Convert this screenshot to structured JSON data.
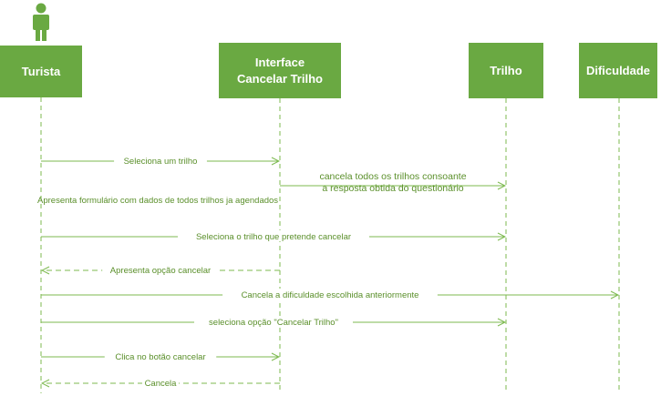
{
  "actor": {
    "label": "Turista",
    "icon": "person-icon"
  },
  "participants": [
    {
      "id": "turista",
      "lines": [
        "Turista"
      ]
    },
    {
      "id": "interface",
      "lines": [
        "Interface",
        "Cancelar Trilho"
      ]
    },
    {
      "id": "trilho",
      "lines": [
        "Trilho"
      ]
    },
    {
      "id": "dificuldade",
      "lines": [
        "Dificuldade"
      ]
    }
  ],
  "messages": [
    {
      "from": "turista",
      "to": "interface",
      "type": "sync",
      "text": "Seleciona um trilho"
    },
    {
      "from": "interface",
      "to": "trilho",
      "type": "sync",
      "text_lines": [
        "cancela todos os trilhos consoante",
        "a resposta obtida do questionário"
      ]
    },
    {
      "from": "interface",
      "to": "turista",
      "type": "note",
      "text": "Apresenta formulário com dados de todos trilhos ja agendados"
    },
    {
      "from": "turista",
      "to": "trilho",
      "type": "sync",
      "text": "Seleciona o trilho que pretende cancelar"
    },
    {
      "from": "interface",
      "to": "turista",
      "type": "return",
      "text": "Apresenta opção cancelar"
    },
    {
      "from": "turista",
      "to": "dificuldade",
      "type": "sync",
      "text": "Cancela a dificuldade escolhida anteriormente"
    },
    {
      "from": "turista",
      "to": "trilho",
      "type": "sync",
      "text": "seleciona opção \"Cancelar Trilho\""
    },
    {
      "from": "turista",
      "to": "interface",
      "type": "sync",
      "text": "Clica no botão cancelar"
    },
    {
      "from": "interface",
      "to": "turista",
      "type": "return",
      "text": "Cancela"
    }
  ],
  "colors": {
    "box": "#6aa942",
    "line": "#7dba4f",
    "text": "#5a8f2a",
    "header_text": "#ffffff"
  }
}
